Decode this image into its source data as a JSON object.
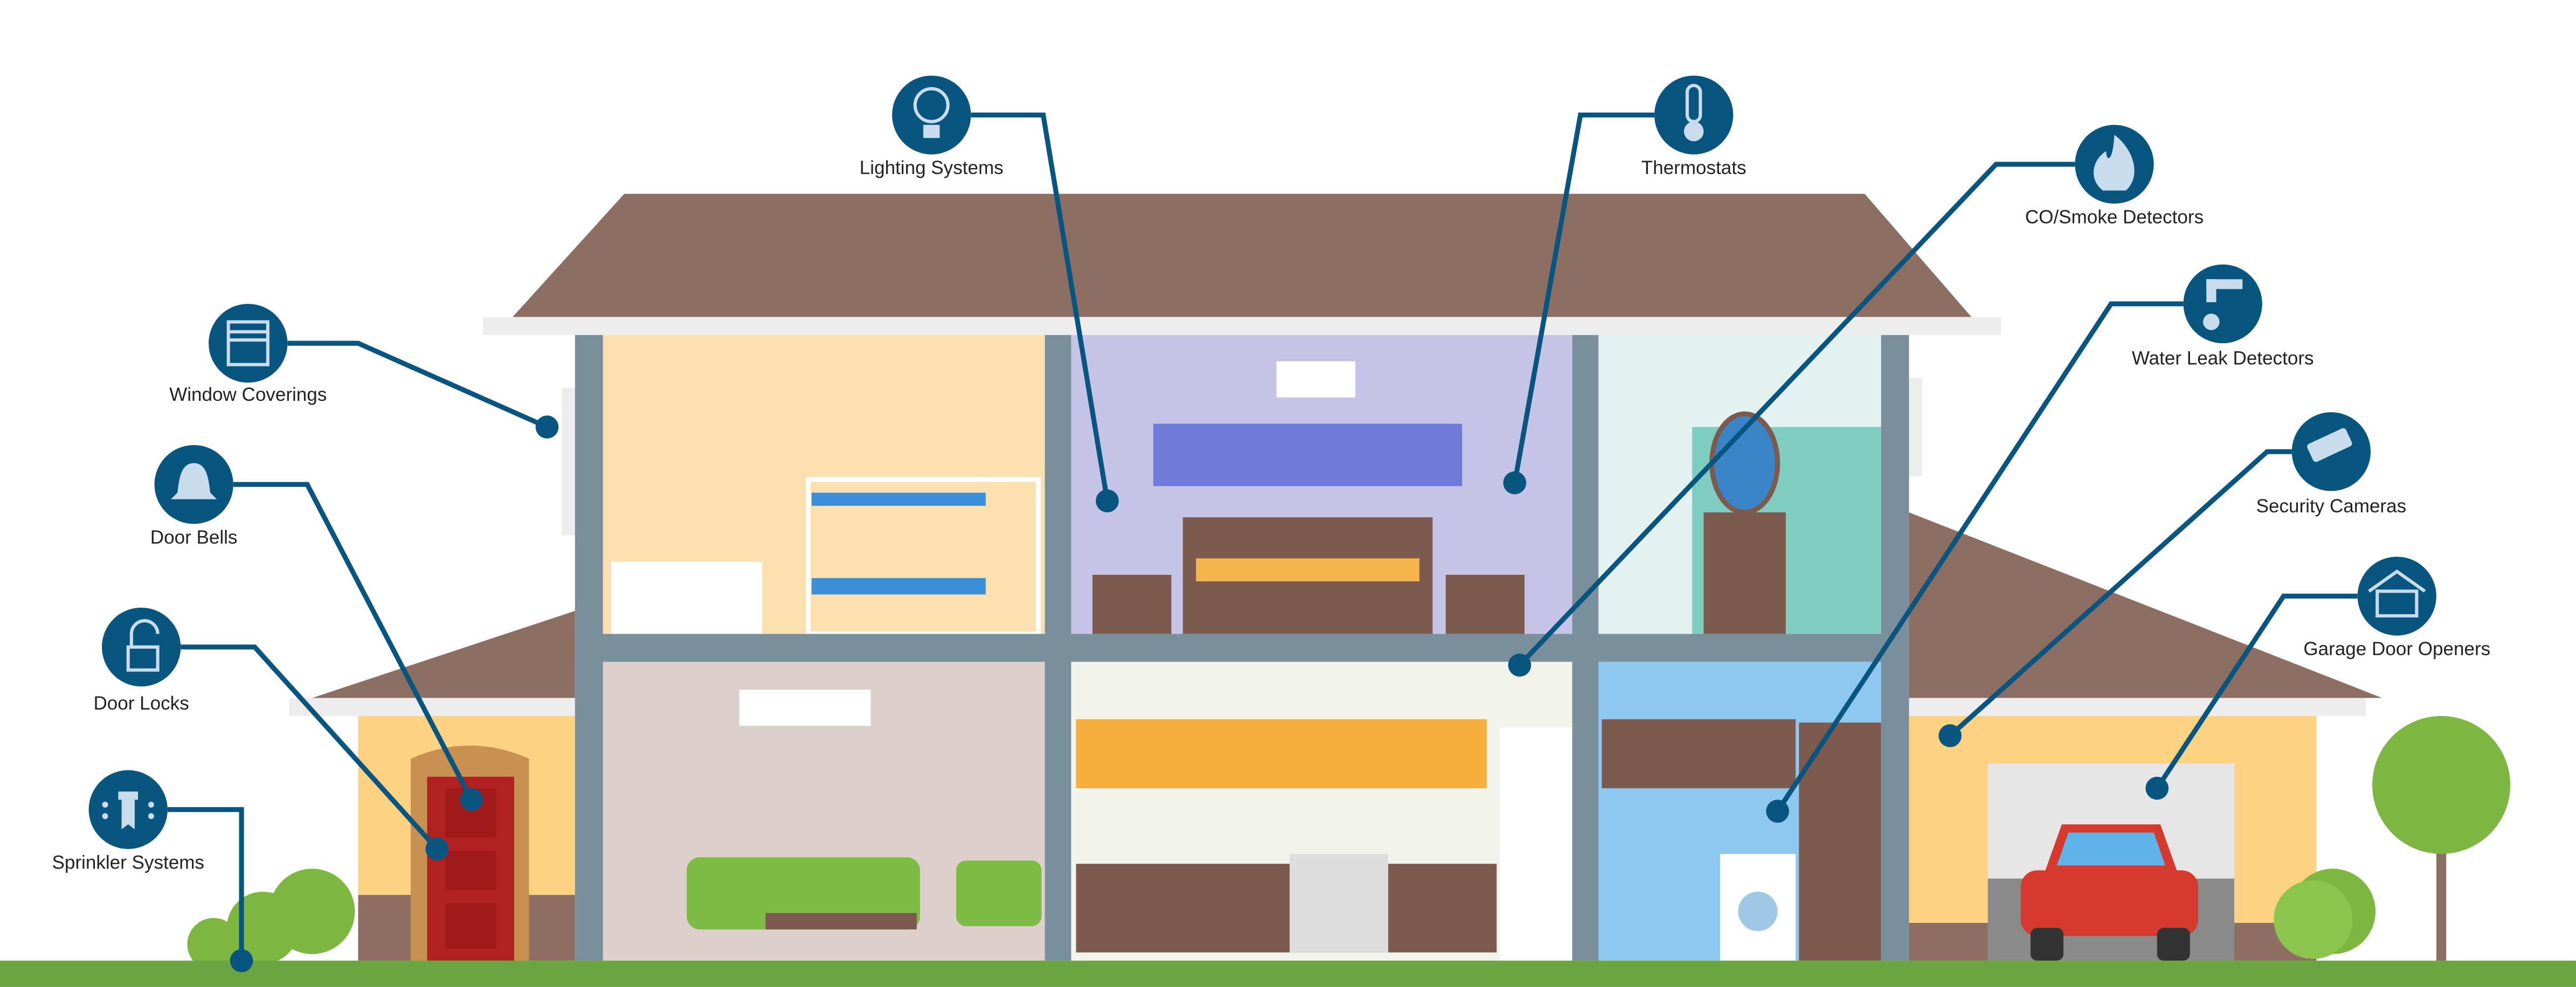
{
  "title": "Smart Home Features",
  "colors": {
    "callout": "#08557f",
    "roof": "#8c6e62",
    "pillar": "#7a8f9c",
    "ground": "#6aa541",
    "door": "#b22222",
    "wall": "#fdd283"
  },
  "callouts": [
    {
      "label": "Lighting Systems",
      "icon": "light-bulb-icon"
    },
    {
      "label": "Thermostats",
      "icon": "thermometer-icon"
    },
    {
      "label": "CO/Smoke Detectors",
      "icon": "flame-icon"
    },
    {
      "label": "Water Leak Detectors",
      "icon": "faucet-drop-icon"
    },
    {
      "label": "Security Cameras",
      "icon": "security-camera-icon"
    },
    {
      "label": "Garage Door Openers",
      "icon": "garage-icon"
    },
    {
      "label": "Window Coverings",
      "icon": "window-blind-icon"
    },
    {
      "label": "Door Bells",
      "icon": "bell-icon"
    },
    {
      "label": "Door Locks",
      "icon": "padlock-icon"
    },
    {
      "label": "Sprinkler Systems",
      "icon": "sprinkler-icon"
    }
  ]
}
